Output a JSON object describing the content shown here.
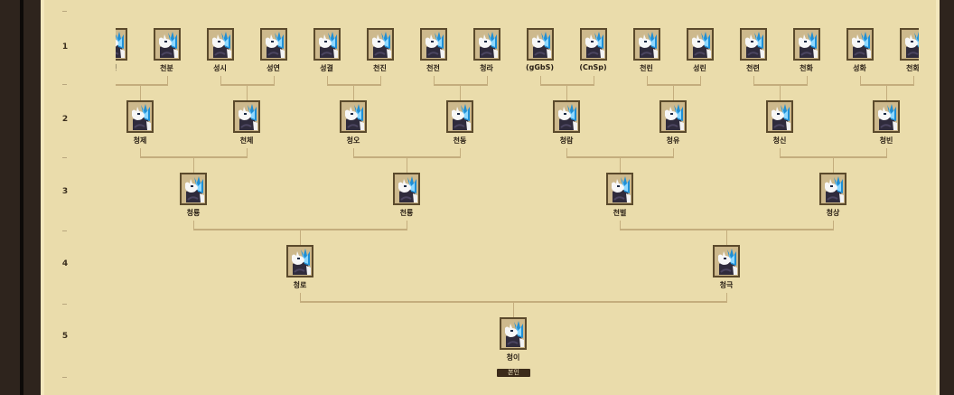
{
  "generations": [
    "1",
    "2",
    "3",
    "4",
    "5"
  ],
  "tree": [
    [
      "청",
      "천분",
      "성시",
      "성연",
      "성결",
      "천진",
      "천전",
      "청라",
      "(gGbS)",
      "(CnSp)",
      "천린",
      "성린",
      "천련",
      "천화",
      "성화",
      "천화"
    ],
    [
      "청제",
      "천체",
      "청오",
      "천동",
      "청람",
      "청유",
      "청신",
      "청빈"
    ],
    [
      "청룡",
      "천룡",
      "천벌",
      "청상"
    ],
    [
      "청로",
      "청극"
    ],
    [
      "청이"
    ]
  ],
  "self_badge": "본인",
  "colors": {
    "background": "#eadcab",
    "line": "#c4ad7d",
    "card_border": "#5b4a2c",
    "panel": "#2e241d"
  }
}
